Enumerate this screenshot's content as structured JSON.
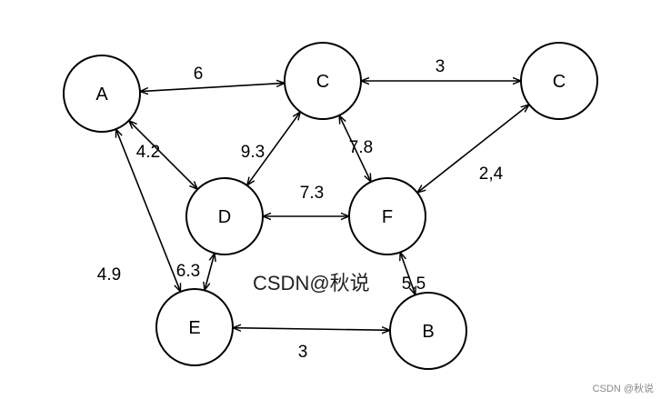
{
  "nodes": [
    {
      "id": "A",
      "label": "A"
    },
    {
      "id": "C1",
      "label": "C"
    },
    {
      "id": "C2",
      "label": "C"
    },
    {
      "id": "D",
      "label": "D"
    },
    {
      "id": "F",
      "label": "F"
    },
    {
      "id": "E",
      "label": "E"
    },
    {
      "id": "B",
      "label": "B"
    }
  ],
  "edges": [
    {
      "from": "A",
      "to": "C1",
      "label": "6"
    },
    {
      "from": "C1",
      "to": "C2",
      "label": "3"
    },
    {
      "from": "A",
      "to": "D",
      "label": "4.2"
    },
    {
      "from": "C1",
      "to": "D",
      "label": "9.3"
    },
    {
      "from": "C1",
      "to": "F",
      "label": "7.8"
    },
    {
      "from": "C2",
      "to": "F",
      "label": "2,4"
    },
    {
      "from": "D",
      "to": "F",
      "label": "7.3"
    },
    {
      "from": "A",
      "to": "E",
      "label": "4.9"
    },
    {
      "from": "D",
      "to": "E",
      "label": "6.3"
    },
    {
      "from": "F",
      "to": "B",
      "label": "5.5"
    },
    {
      "from": "E",
      "to": "B",
      "label": "3"
    }
  ],
  "watermark": {
    "center": "CSDN@秋说",
    "corner": "CSDN @秋说"
  }
}
